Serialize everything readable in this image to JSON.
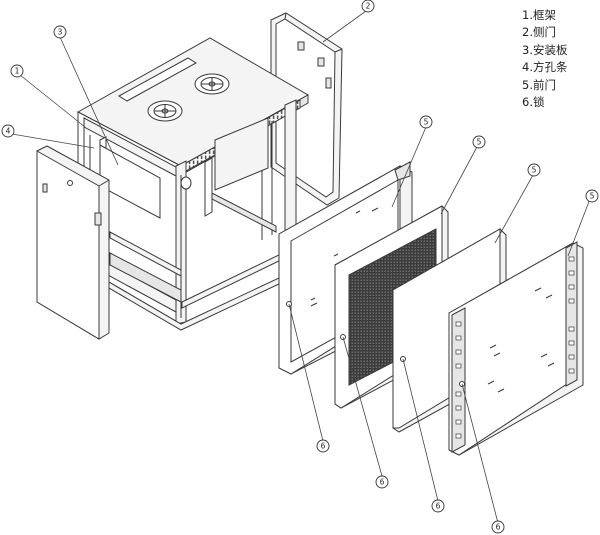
{
  "legend": [
    {
      "num": "1",
      "label": "1.框架"
    },
    {
      "num": "2",
      "label": "2.侧门"
    },
    {
      "num": "3",
      "label": "3.安装板"
    },
    {
      "num": "4",
      "label": "4.方孔条"
    },
    {
      "num": "5",
      "label": "5.前门"
    },
    {
      "num": "6",
      "label": "6.锁"
    }
  ],
  "callouts": [
    {
      "id": "c3",
      "label": "3"
    },
    {
      "id": "c2",
      "label": "2"
    },
    {
      "id": "c1",
      "label": "1"
    },
    {
      "id": "c4",
      "label": "4"
    },
    {
      "id": "c5a",
      "label": "5"
    },
    {
      "id": "c5b",
      "label": "5"
    },
    {
      "id": "c5c",
      "label": "5"
    },
    {
      "id": "c5d",
      "label": "5"
    },
    {
      "id": "c6a",
      "label": "6"
    },
    {
      "id": "c6b",
      "label": "6"
    },
    {
      "id": "c6c",
      "label": "6"
    },
    {
      "id": "c6d",
      "label": "6"
    }
  ]
}
